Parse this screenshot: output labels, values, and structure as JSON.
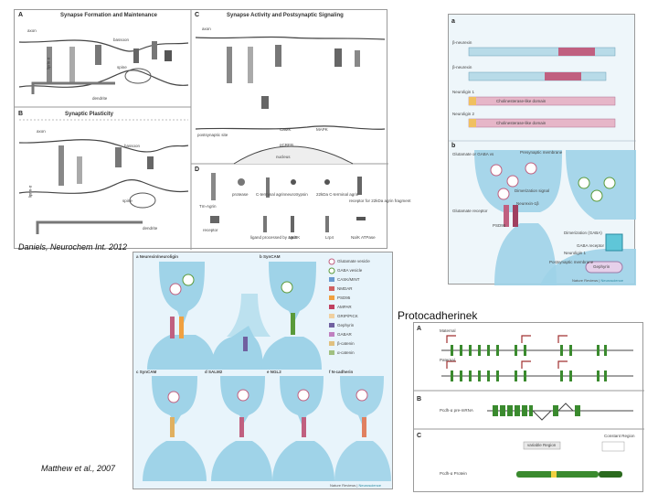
{
  "captions": {
    "daniels": "Daniels, Neurochem Int. 2012",
    "matthew": "Matthew et al., 2007",
    "protocadherin": "Protocadherinek"
  },
  "panel_tl": {
    "a": {
      "letter": "A",
      "title": "Synapse Formation and Maintenance",
      "labels": [
        "axon",
        "bassoon",
        "spine",
        "dendrite",
        "liprin-α"
      ]
    },
    "b": {
      "letter": "B",
      "title": "Synaptic Plasticity",
      "labels": [
        "axon",
        "bassoon",
        "spine",
        "dendrite",
        "liprin-α"
      ]
    },
    "c": {
      "letter": "C",
      "title": "Synapse Activity and Postsynaptic Signaling",
      "labels": [
        "axon",
        "postsynaptic site",
        "nucleus",
        "CaMK",
        "pCREB",
        "MAPK"
      ]
    },
    "d": {
      "letter": "D",
      "legend": [
        "Tm-Agrin",
        "protease",
        "C-terminal agrin",
        "neurotrypsin",
        "22kDa C-terminal agrin",
        "receptor for 22kDa agrin fragment",
        "receptor",
        "ligand processed by agrin",
        "MuSK",
        "Lrp4",
        "Na/K ATPase"
      ]
    }
  },
  "panel_tr": {
    "a": {
      "letter": "a",
      "rows": [
        "β-neurexin",
        "β-neurexin",
        "Neuroligin 1",
        "Neuroligin 2"
      ],
      "domain": "Cholinesterase-like domain"
    },
    "b": {
      "letter": "b",
      "labels": [
        "Glutamate or GABA vs",
        "Presynaptic membrane",
        "Dimerization signal",
        "Neurexin-1β",
        "Glutamate receptor",
        "PSD95",
        "Dimerization (GABA)",
        "GABA receptor",
        "Neuroligin 1",
        "Gephyrin",
        "Postsynaptic membrane"
      ]
    },
    "footer_brand": "Nature Reviews",
    "footer_journal": "Neuroscience"
  },
  "panel_bl": {
    "panels": [
      {
        "letter": "a",
        "title": "Neurexin/neuroligin"
      },
      {
        "letter": "b",
        "title": "SynCAM"
      },
      {
        "letter": "c",
        "title": "SynCAM"
      },
      {
        "letter": "d",
        "title": "SALM2"
      },
      {
        "letter": "e",
        "title": "NGL2"
      },
      {
        "letter": "f",
        "title": "N-cadherin"
      }
    ],
    "legend": [
      "Glutamate vesicle",
      "GABA vesicle",
      "CASK/MINT",
      "NMDAR",
      "PSD95",
      "AMPAR",
      "GRIP/PICK",
      "Gephyrin",
      "GABAR",
      "β-catenin",
      "α-catenin"
    ],
    "footer_brand": "Nature Reviews",
    "footer_journal": "Neuroscience"
  },
  "panel_br": {
    "a": {
      "letter": "A",
      "rows": [
        "Maternal",
        "Paternal"
      ]
    },
    "b": {
      "letter": "B",
      "row": "Pcdh-α pre-mRNA"
    },
    "c": {
      "letter": "C",
      "row": "Pcdh-α Protein",
      "labels": [
        "variable Region",
        "Constant Region"
      ]
    }
  },
  "colors": {
    "bg_tr": "#eef6fa",
    "bg_bl": "#e8f4fb",
    "neuron_blue": "#9fd3e8",
    "pink": "#c06080",
    "green": "#3a8a2e",
    "gephyrin": "#5fc6d8"
  }
}
